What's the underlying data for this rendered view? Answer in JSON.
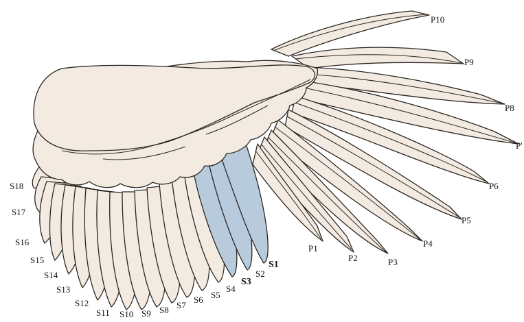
{
  "colors": {
    "feather_fill": "#f3ebe1",
    "highlight_fill": "#b7cbdc",
    "outline": "#2a2622"
  },
  "highlighted_feathers": [
    "S1",
    "S2",
    "S3"
  ],
  "primaries": [
    {
      "id": "P1",
      "label": "P1"
    },
    {
      "id": "P2",
      "label": "P2"
    },
    {
      "id": "P3",
      "label": "P3"
    },
    {
      "id": "P4",
      "label": "P4"
    },
    {
      "id": "P5",
      "label": "P5"
    },
    {
      "id": "P6",
      "label": "P6"
    },
    {
      "id": "P7",
      "label": "P'"
    },
    {
      "id": "P8",
      "label": "P8"
    },
    {
      "id": "P9",
      "label": "P9"
    },
    {
      "id": "P10",
      "label": "P10"
    }
  ],
  "secondaries": [
    {
      "id": "S1",
      "label": "S1",
      "bold": true
    },
    {
      "id": "S2",
      "label": "S2",
      "bold": false
    },
    {
      "id": "S3",
      "label": "S3",
      "bold": true
    },
    {
      "id": "S4",
      "label": "S4",
      "bold": false
    },
    {
      "id": "S5",
      "label": "S5",
      "bold": false
    },
    {
      "id": "S6",
      "label": "S6",
      "bold": false
    },
    {
      "id": "S7",
      "label": "S7",
      "bold": false
    },
    {
      "id": "S8",
      "label": "S8",
      "bold": false
    },
    {
      "id": "S9",
      "label": "S9",
      "bold": false
    },
    {
      "id": "S10",
      "label": "S10",
      "bold": false
    },
    {
      "id": "S11",
      "label": "S11",
      "bold": false
    },
    {
      "id": "S12",
      "label": "S12",
      "bold": false
    },
    {
      "id": "S13",
      "label": "S13",
      "bold": false
    },
    {
      "id": "S14",
      "label": "S14",
      "bold": false
    },
    {
      "id": "S15",
      "label": "S15",
      "bold": false
    },
    {
      "id": "S16",
      "label": "S16",
      "bold": false
    },
    {
      "id": "S17",
      "label": "S17",
      "bold": false
    },
    {
      "id": "S18",
      "label": "S18",
      "bold": false
    }
  ]
}
